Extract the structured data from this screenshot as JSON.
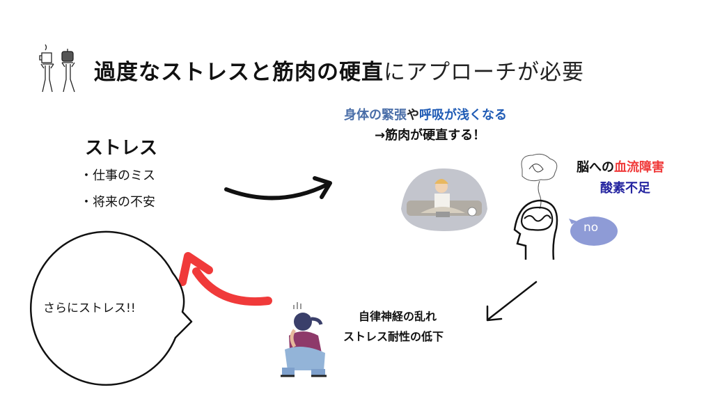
{
  "title": {
    "part1": "過度なストレスと",
    "part2": "筋肉の硬直",
    "part3": "にアプローチが必要"
  },
  "stress": {
    "heading": "ストレス",
    "items": [
      "・仕事のミス",
      "・将来の不安"
    ]
  },
  "body_effect": {
    "part1": "身体の緊張",
    "part2": "や",
    "part3": "呼吸が浅くなる",
    "line2": "→筋肉が硬直する！"
  },
  "brain_effect": {
    "part1": "脳への",
    "part2": "血流障害",
    "line2": "酸素不足"
  },
  "no_bubble": "no",
  "autonomic": {
    "line1": "自律神経の乱れ",
    "line2": "ストレス耐性の低下"
  },
  "speech_bubble": "さらにストレス!!",
  "colors": {
    "blue_gray": "#4a6ea8",
    "blue": "#1f5bb5",
    "red": "#f03a3a",
    "navy": "#2424a0",
    "bubble": "#8e9bd6"
  }
}
